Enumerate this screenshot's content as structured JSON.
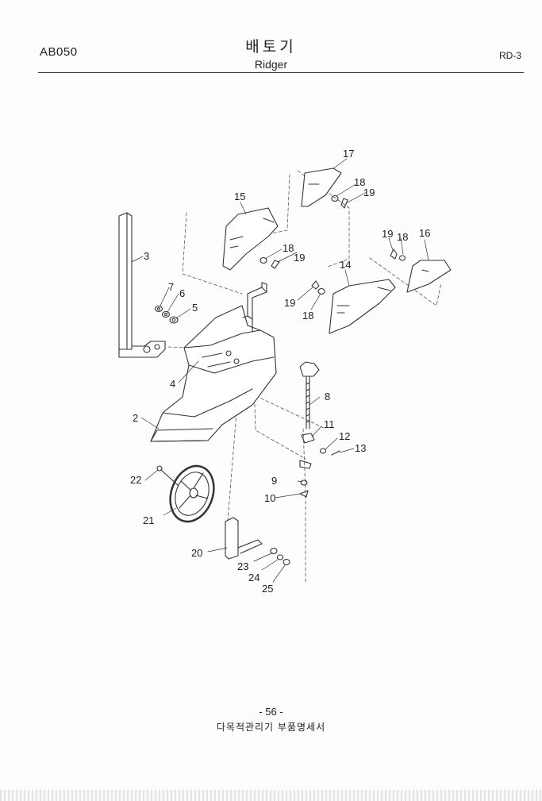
{
  "header": {
    "model_code": "AB050",
    "title_ko": "배토기",
    "title_en": "Ridger",
    "page_code": "RD-3"
  },
  "diagram": {
    "part_callouts": [
      "2",
      "3",
      "4",
      "5",
      "6",
      "7",
      "8",
      "9",
      "10",
      "11",
      "12",
      "13",
      "14",
      "15",
      "16",
      "17",
      "18",
      "18",
      "18",
      "18",
      "19",
      "19",
      "19",
      "19",
      "20",
      "21",
      "22",
      "23",
      "24",
      "25"
    ]
  },
  "footer": {
    "page_number": "- 56 -",
    "subtitle": "다목적관리기 부품명세서"
  }
}
